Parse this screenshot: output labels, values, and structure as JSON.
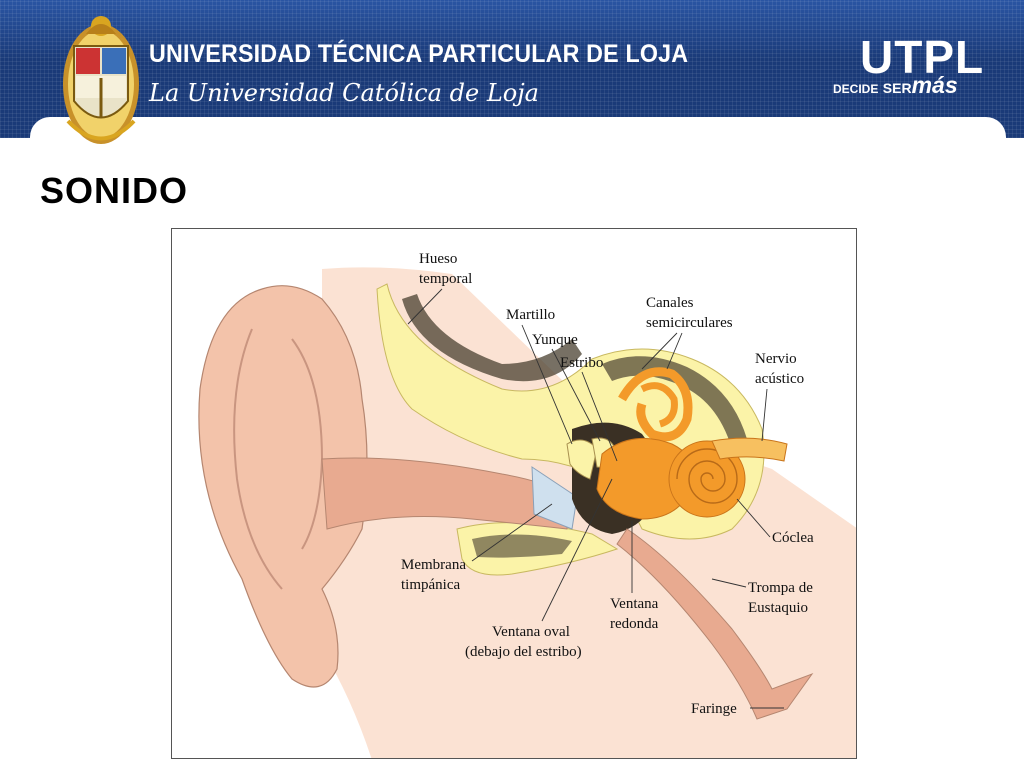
{
  "header": {
    "university_name": "UNIVERSIDAD TÉCNICA PARTICULAR DE LOJA",
    "university_subtitle": "La Universidad Católica de Loja",
    "brand": "UTPL",
    "motto": {
      "part1": "DECIDE",
      "part2": "SER",
      "part3": "más"
    },
    "colors": {
      "banner": "#1a3a78",
      "crest_gold": "#d9a520"
    }
  },
  "slide": {
    "title": "SONIDO"
  },
  "diagram": {
    "colors": {
      "skin": "#f3c3aa",
      "bone": "#fbf3a8",
      "inner_ear": "#f39a2a",
      "tube": "#e8aa90"
    },
    "labels": {
      "hueso_temporal": [
        "Hueso",
        "temporal"
      ],
      "martillo": "Martillo",
      "yunque": "Yunque",
      "estribo": "Estribo",
      "canales": [
        "Canales",
        "semicirculares"
      ],
      "nervio": [
        "Nervio",
        "acústico"
      ],
      "coclea": "Cóclea",
      "membrana": [
        "Membrana",
        "timpánica"
      ],
      "trompa": [
        "Trompa de",
        "Eustaquio"
      ],
      "ventana_redonda": [
        "Ventana",
        "redonda"
      ],
      "ventana_oval": [
        "Ventana oval",
        "(debajo del estribo)"
      ],
      "faringe": "Faringe"
    }
  }
}
